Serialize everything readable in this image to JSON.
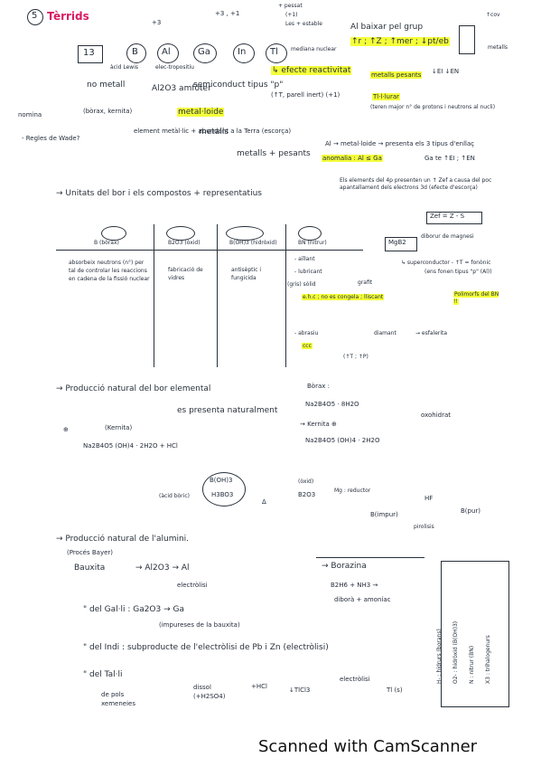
{
  "header": {
    "number": "5",
    "title": "Tèrrids"
  },
  "top": {
    "plus3": "+3",
    "plus3_1": "+3 , +1",
    "pesos": "+ pessat",
    "inert": "(+1)",
    "mes_estable": "Les + estable",
    "elements": [
      "13",
      "B",
      "Al",
      "Ga",
      "In",
      "Tl"
    ],
    "acid_lewis": "àcid Lewis",
    "electro": "elec-tropositiu",
    "no_metall": "no metall",
    "al2o3": "Al2O3 amfòter",
    "semiconductor": "semiconduct tipus \"p\"",
    "mediana": "mediana nuclear",
    "efecte_reactivitat": "↳ efecte reactivitat",
    "tf": "(↑T, parell inert) (+1)",
    "nom": "nomina",
    "borax": "(bòrax, kernita)",
    "reglas": "- Regles de Wade?",
    "element_metallic": "element metàl·lic + abundant a la Terra (escorça)",
    "metalls": "metalls",
    "metalls_pesants": "metalls + pesants",
    "metalloide": "metal·loide",
    "baixar": "Al baixar pel grup",
    "tendency": "↑r ; ↑Z ; ↑mer ; ↓pt/eb",
    "metalls_pesants2": "metalls pesants",
    "fa_tl": "Tl·l·lurar",
    "teren": "(teren major n° de protons i neutrons al nucli)",
    "ei_en": "↓EI ↓EN",
    "metalls_right": "metalls",
    "tendencia": "↑cov",
    "al_metalloide": "Al → metal·loide → presenta els 3 tipus d'enllaç",
    "anomalia": "anomalia : Al ≤ Ga",
    "ga_te": "Ga te ↑EI ; ↑EN",
    "els_elements": "Els elements del 4p presenten un ↑ Zef a causa del poc apantallament dels electrons 3d (efecte d'escorça)",
    "zef": "Zef = Z - S"
  },
  "table": {
    "unitats": "→ Unitats del bor i els compostos + representatius",
    "headers": [
      "B (bòrax)",
      "B2O3 (òxid)",
      "B(OH)3 (hidròxid)",
      "BN (nitrur)"
    ],
    "col1": "absorbeix neutrons (n°) per tal de controlar les reaccions en cadena de la fissió nuclear",
    "col2": "fabricació de vidres",
    "col3": "antisèptic i fungicida",
    "col4a": "- aïllant",
    "col4b": "- lubricant",
    "col4c": "(gris) sòlid",
    "col4d": "e.h.c ; no es congela ; lliscant",
    "col4e": "- abrasiu",
    "col4f": "ccc",
    "col4g": "(↑T ; ↑P)",
    "grafit": "grafit",
    "diamant": "diamant",
    "esfalerita": "→ esfalerita",
    "mgb2": "MgB2",
    "diborur": "diborur de magnesi",
    "supercond": "↳ superconductor - ↑T = fonònic",
    "supercond2": "(ens fonen tipus \"p\" (Al))",
    "polimorfs": "Polimorfs del BN !!"
  },
  "bottom": {
    "produccio_bor": "→ Producció natural del bor elemental",
    "presenta": "es presenta naturalment",
    "borax_label": "Bòrax :",
    "borax_form": "Na2B4O5 · 8H2O",
    "kernita_label": "→ Kernita ⊕",
    "kernita_form": "Na2B4O5 (OH)4 · 2H2O",
    "oxohidrat": "oxohidrat",
    "kernita_paren": "(Kernita)",
    "react": "Na2B4O5 (OH)4 · 2H2O + HCl",
    "boh3": "B(OH)3",
    "h3bo3": "H3BO3",
    "acid_boric": "(àcid bòric)",
    "delta": "Δ",
    "oxid": "(òxid)",
    "b2o3": "B2O3",
    "mg_reductor": "Mg : reductor",
    "b_impur": "B(impur)",
    "hf": "HF",
    "piroliss": "pirolisis",
    "b_pur": "B(pur)",
    "produccio_al": "→ Producció natural de l'alumini.",
    "proces_bayer": "(Procés Bayer)",
    "bauxita": "Bauxita",
    "al2o3_al": "→ Al2O3 → Al",
    "electrolisi": "electròlisi",
    "borazina": "→ Borazina",
    "b2h6": "B2H6 + NH3 →",
    "diborà": "diborà + amoníac",
    "gal": "\" del Gal·li : Ga2O3 → Ga",
    "gal_imp": "(impureses de la bauxita)",
    "indi": "\" del Indi : subproducte de l'electròlisi de Pb i Zn (electròlisi)",
    "tal": "\" del Tal·li",
    "pols": "de pols xemeneies",
    "dissol": "dissol (+H2SO4)",
    "hcl": "+HCl",
    "tlcl": "↓TlCl3",
    "electrolisi2": "electròlisi",
    "tl_s": "Tl (s)",
    "side1": "H- : hidrurs (borans)",
    "side2": "O2- : hidròxid (B(OH)3)",
    "side3": "N : nitrur (BN)",
    "side4": "X3 : trihalogenurs"
  },
  "footer": {
    "text": "Scanned with CamScanner"
  }
}
